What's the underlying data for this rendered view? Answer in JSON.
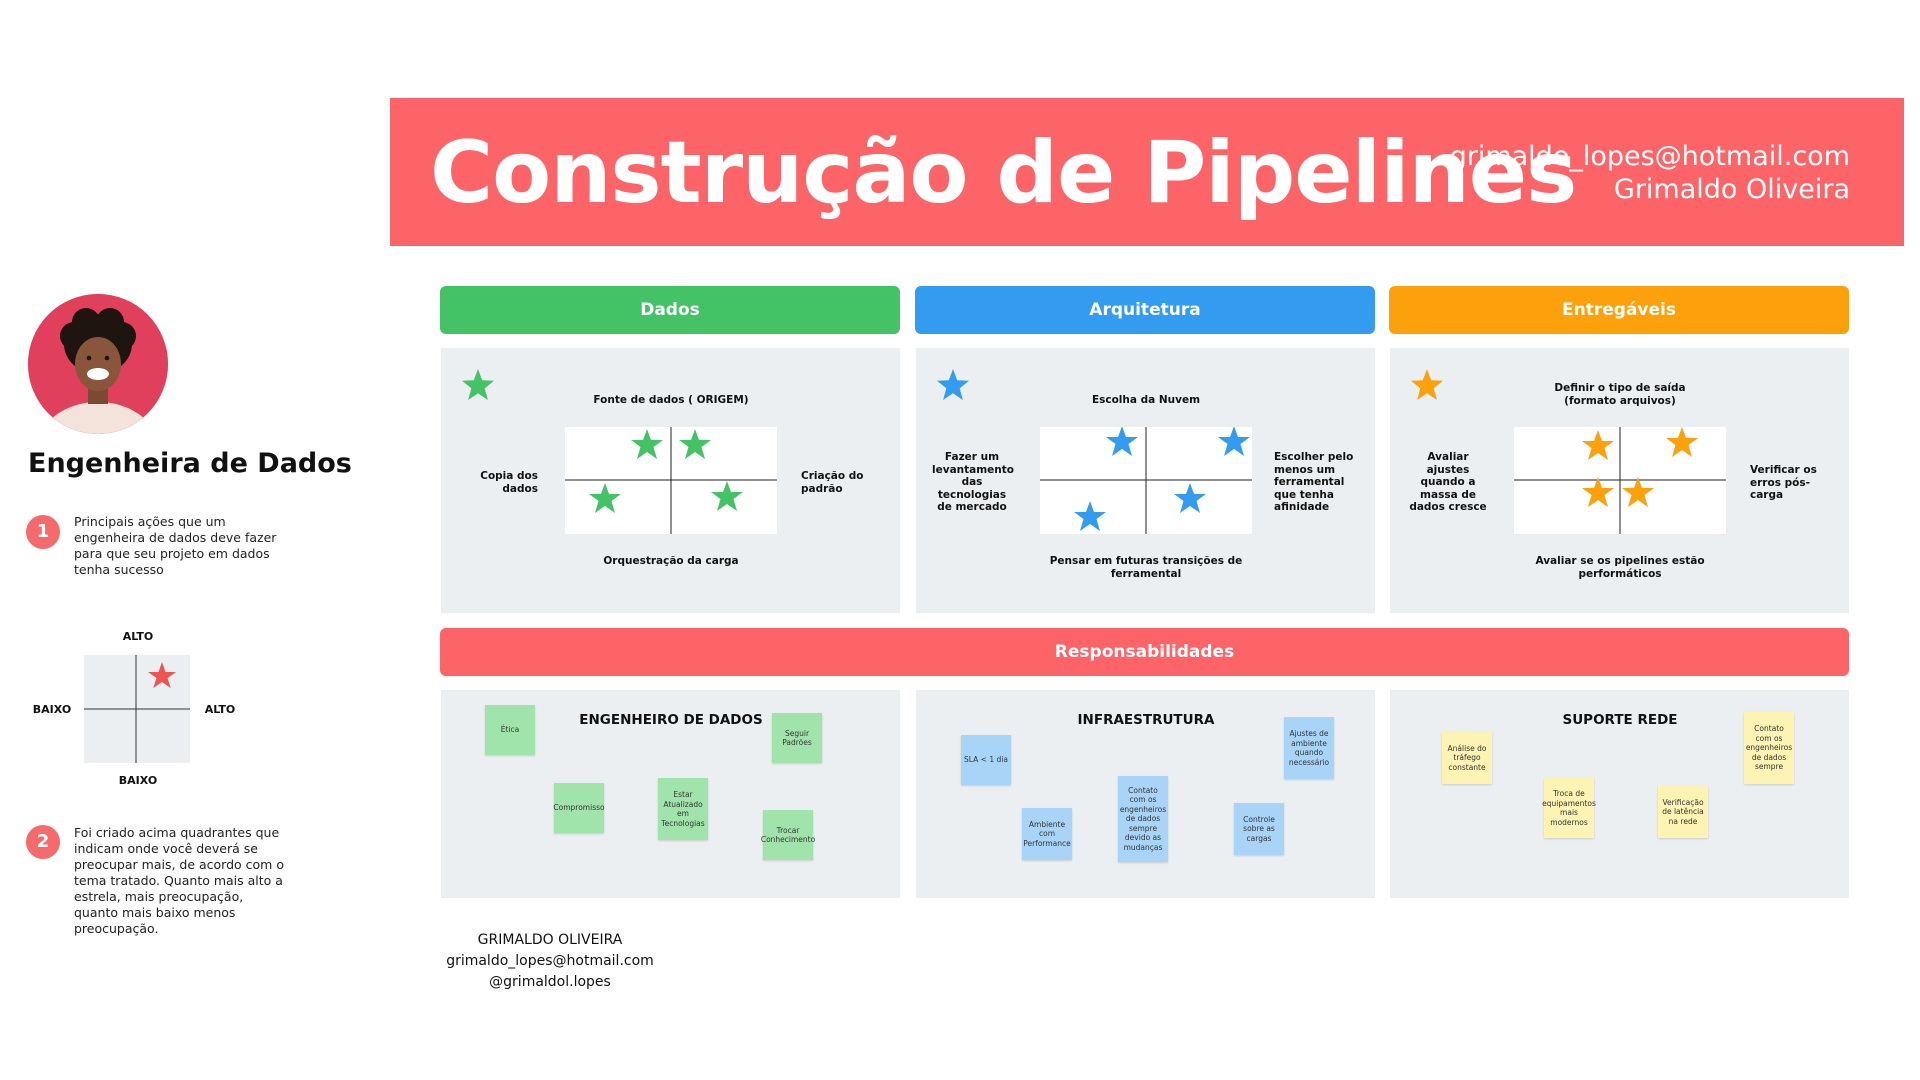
{
  "banner": {
    "title": "Construção de Pipelines",
    "email": "grimaldo_lopes@hotmail.com",
    "name": "Grimaldo Oliveira",
    "color": "#fc6467"
  },
  "sidebar": {
    "role": "Engenheira de Dados",
    "step1_number": "1",
    "step1_text": "Principais ações que um engenheira de dados deve fazer para que seu projeto em dados tenha sucesso",
    "quad": {
      "top": "ALTO",
      "left": "BAIXO",
      "right": "ALTO",
      "bottom": "BAIXO"
    },
    "step2_number": "2",
    "step2_text": "Foi criado acima quadrantes que indicam onde você deverá se preocupar mais, de acordo com o tema tratado. Quanto mais alto a estrela, mais preocupação, quanto mais baixo menos preocupação."
  },
  "columns": [
    {
      "header": "Dados",
      "color": "#44c366",
      "top": "Fonte de dados ( ORIGEM)",
      "left": "Copia dos dados",
      "right": "Criação do padrão",
      "bottom": "Orquestração da carga"
    },
    {
      "header": "Arquitetura",
      "color": "#339cf0",
      "top": "Escolha da Nuvem",
      "left": "Fazer um levantamento das tecnologias de mercado",
      "right": "Escolher pelo menos um ferramental que tenha afinidade",
      "bottom": "Pensar em futuras transições de ferramental"
    },
    {
      "header": "Entregáveis",
      "color": "#fca10c",
      "top": "Definir o tipo de saída (formato arquivos)",
      "left": "Avaliar ajustes quando a massa de dados cresce",
      "right": "Verificar os erros pós-carga",
      "bottom": "Avaliar se os pipelines estão performáticos"
    }
  ],
  "responsabilidades": {
    "header": "Responsabilidades",
    "color": "#fc6467",
    "panels": [
      {
        "title": "ENGENHEIRO DE DADOS",
        "stickies": [
          "Ética",
          "Seguir Padrões",
          "Compromisso",
          "Estar Atualizado em Tecnologias",
          "Trocar Conhecimento"
        ]
      },
      {
        "title": "INFRAESTRUTURA",
        "stickies": [
          "SLA < 1 dia",
          "Ajustes de ambiente quando necessário",
          "Ambiente com Performance",
          "Contato com os engenheiros de dados sempre devido as mudanças",
          "Controle sobre as cargas"
        ]
      },
      {
        "title": "SUPORTE REDE",
        "stickies": [
          "Análise do tráfego constante",
          "Contato com os engenheiros de dados sempre",
          "Troca de equipamentos mais modernos",
          "Verificação de latência na rede"
        ]
      }
    ]
  },
  "footer": {
    "name": "GRIMALDO OLIVEIRA",
    "email": "grimaldo_lopes@hotmail.com",
    "handle": "@grimaldol.lopes"
  }
}
